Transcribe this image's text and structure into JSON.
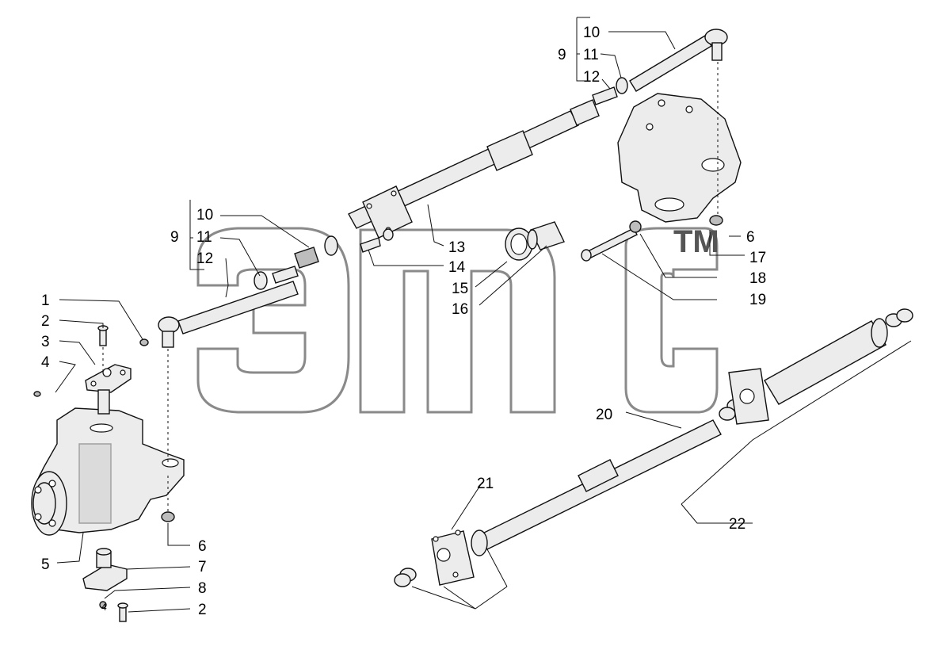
{
  "watermark": {
    "text": "эпс",
    "tm": "TM"
  },
  "callouts": [
    {
      "id": "c1",
      "text": "1"
    },
    {
      "id": "c2a",
      "text": "2"
    },
    {
      "id": "c3",
      "text": "3"
    },
    {
      "id": "c4a",
      "text": "4"
    },
    {
      "id": "c5",
      "text": "5"
    },
    {
      "id": "c6a",
      "text": "6"
    },
    {
      "id": "c7",
      "text": "7"
    },
    {
      "id": "c8",
      "text": "8"
    },
    {
      "id": "c2b",
      "text": "2"
    },
    {
      "id": "c4b",
      "text": "4"
    },
    {
      "id": "c9a",
      "text": "9"
    },
    {
      "id": "c10a",
      "text": "10"
    },
    {
      "id": "c11a",
      "text": "11"
    },
    {
      "id": "c12a",
      "text": "12"
    },
    {
      "id": "c9b",
      "text": "9"
    },
    {
      "id": "c10b",
      "text": "10"
    },
    {
      "id": "c11b",
      "text": "11"
    },
    {
      "id": "c12b",
      "text": "12"
    },
    {
      "id": "c13",
      "text": "13"
    },
    {
      "id": "c14",
      "text": "14"
    },
    {
      "id": "c15",
      "text": "15"
    },
    {
      "id": "c16",
      "text": "16"
    },
    {
      "id": "c6b",
      "text": "6"
    },
    {
      "id": "c17",
      "text": "17"
    },
    {
      "id": "c18",
      "text": "18"
    },
    {
      "id": "c19",
      "text": "19"
    },
    {
      "id": "c20",
      "text": "20"
    },
    {
      "id": "c21",
      "text": "21"
    },
    {
      "id": "c22",
      "text": "22"
    }
  ]
}
